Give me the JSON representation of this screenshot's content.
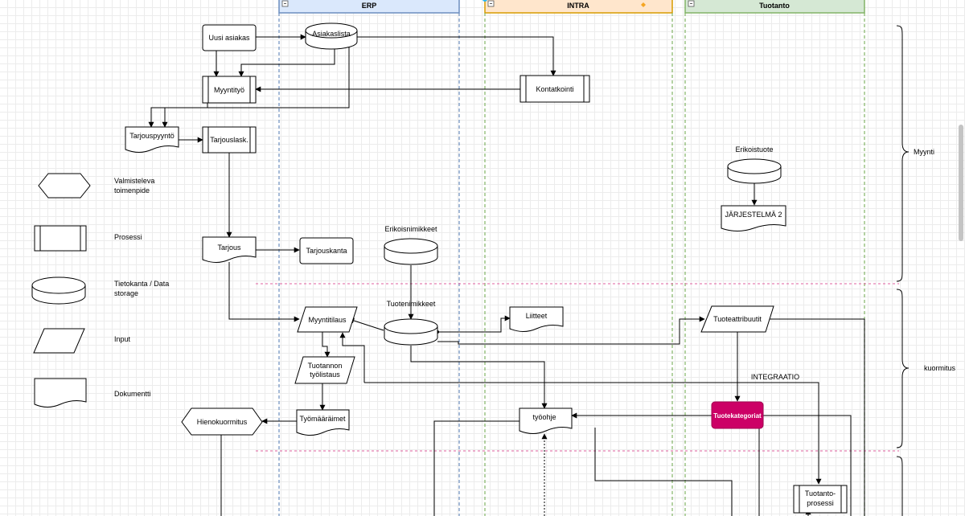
{
  "lanes": {
    "erp": "ERP",
    "intra": "INTRA",
    "tuotanto": "Tuotanto"
  },
  "nodes": {
    "uusi_asiakas": "Uusi asiakas",
    "asiakaslista": "Asiakaslista",
    "myyntityo": "Myyntityö",
    "kontatkointi": "Kontatkointi",
    "tarjouspyynto": "Tarjouspyyntö",
    "tarjouslask": "Tarjouslask.",
    "tarjous": "Tarjous",
    "tarjouskanta": "Tarjouskanta",
    "erikoisnimikkeet": "Erikoisnimikkeet",
    "tuotenimikkeet": "Tuotenimikkeet",
    "myyntitilaus": "Myyntitilaus",
    "liitteet": "Liitteet",
    "tuotannon_tyolistaus_1": "Tuotannon",
    "tuotannon_tyolistaus_2": "työlistaus",
    "tyomaaraimet": "Työmääräimet",
    "hienokuormitus": "Hienokuormitus",
    "tyoohje": "työohje",
    "erikoistuote": "Erikoistuote",
    "jarjestelma2": "JÄRJESTELMÄ 2",
    "tuoteattribuutit": "Tuoteattribuutit",
    "integraatio": "INTEGRAATIO",
    "tuotekategoriat": "Tuotekategoriat",
    "tuotantoprosessi_1": "Tuotanto-",
    "tuotantoprosessi_2": "prosessi"
  },
  "legend": {
    "valmisteleva_1": "Valmisteleva",
    "valmisteleva_2": "toimenpide",
    "prosessi": "Prosessi",
    "tietokanta_1": "Tietokanta / Data",
    "tietokanta_2": "storage",
    "input": "Input",
    "dokumentti": "Dokumentti"
  },
  "sections": {
    "myynti": "Myynti",
    "kuormitus": "kuormitus"
  },
  "colors": {
    "erp_header": "#dae8fc",
    "erp_border": "#6c8ebf",
    "intra_header": "#ffe6cc",
    "intra_border": "#d79b00",
    "tuotanto_header": "#d5e8d4",
    "tuotanto_border": "#82b366",
    "highlight": "#cc0066",
    "divider": "#e0609f"
  }
}
